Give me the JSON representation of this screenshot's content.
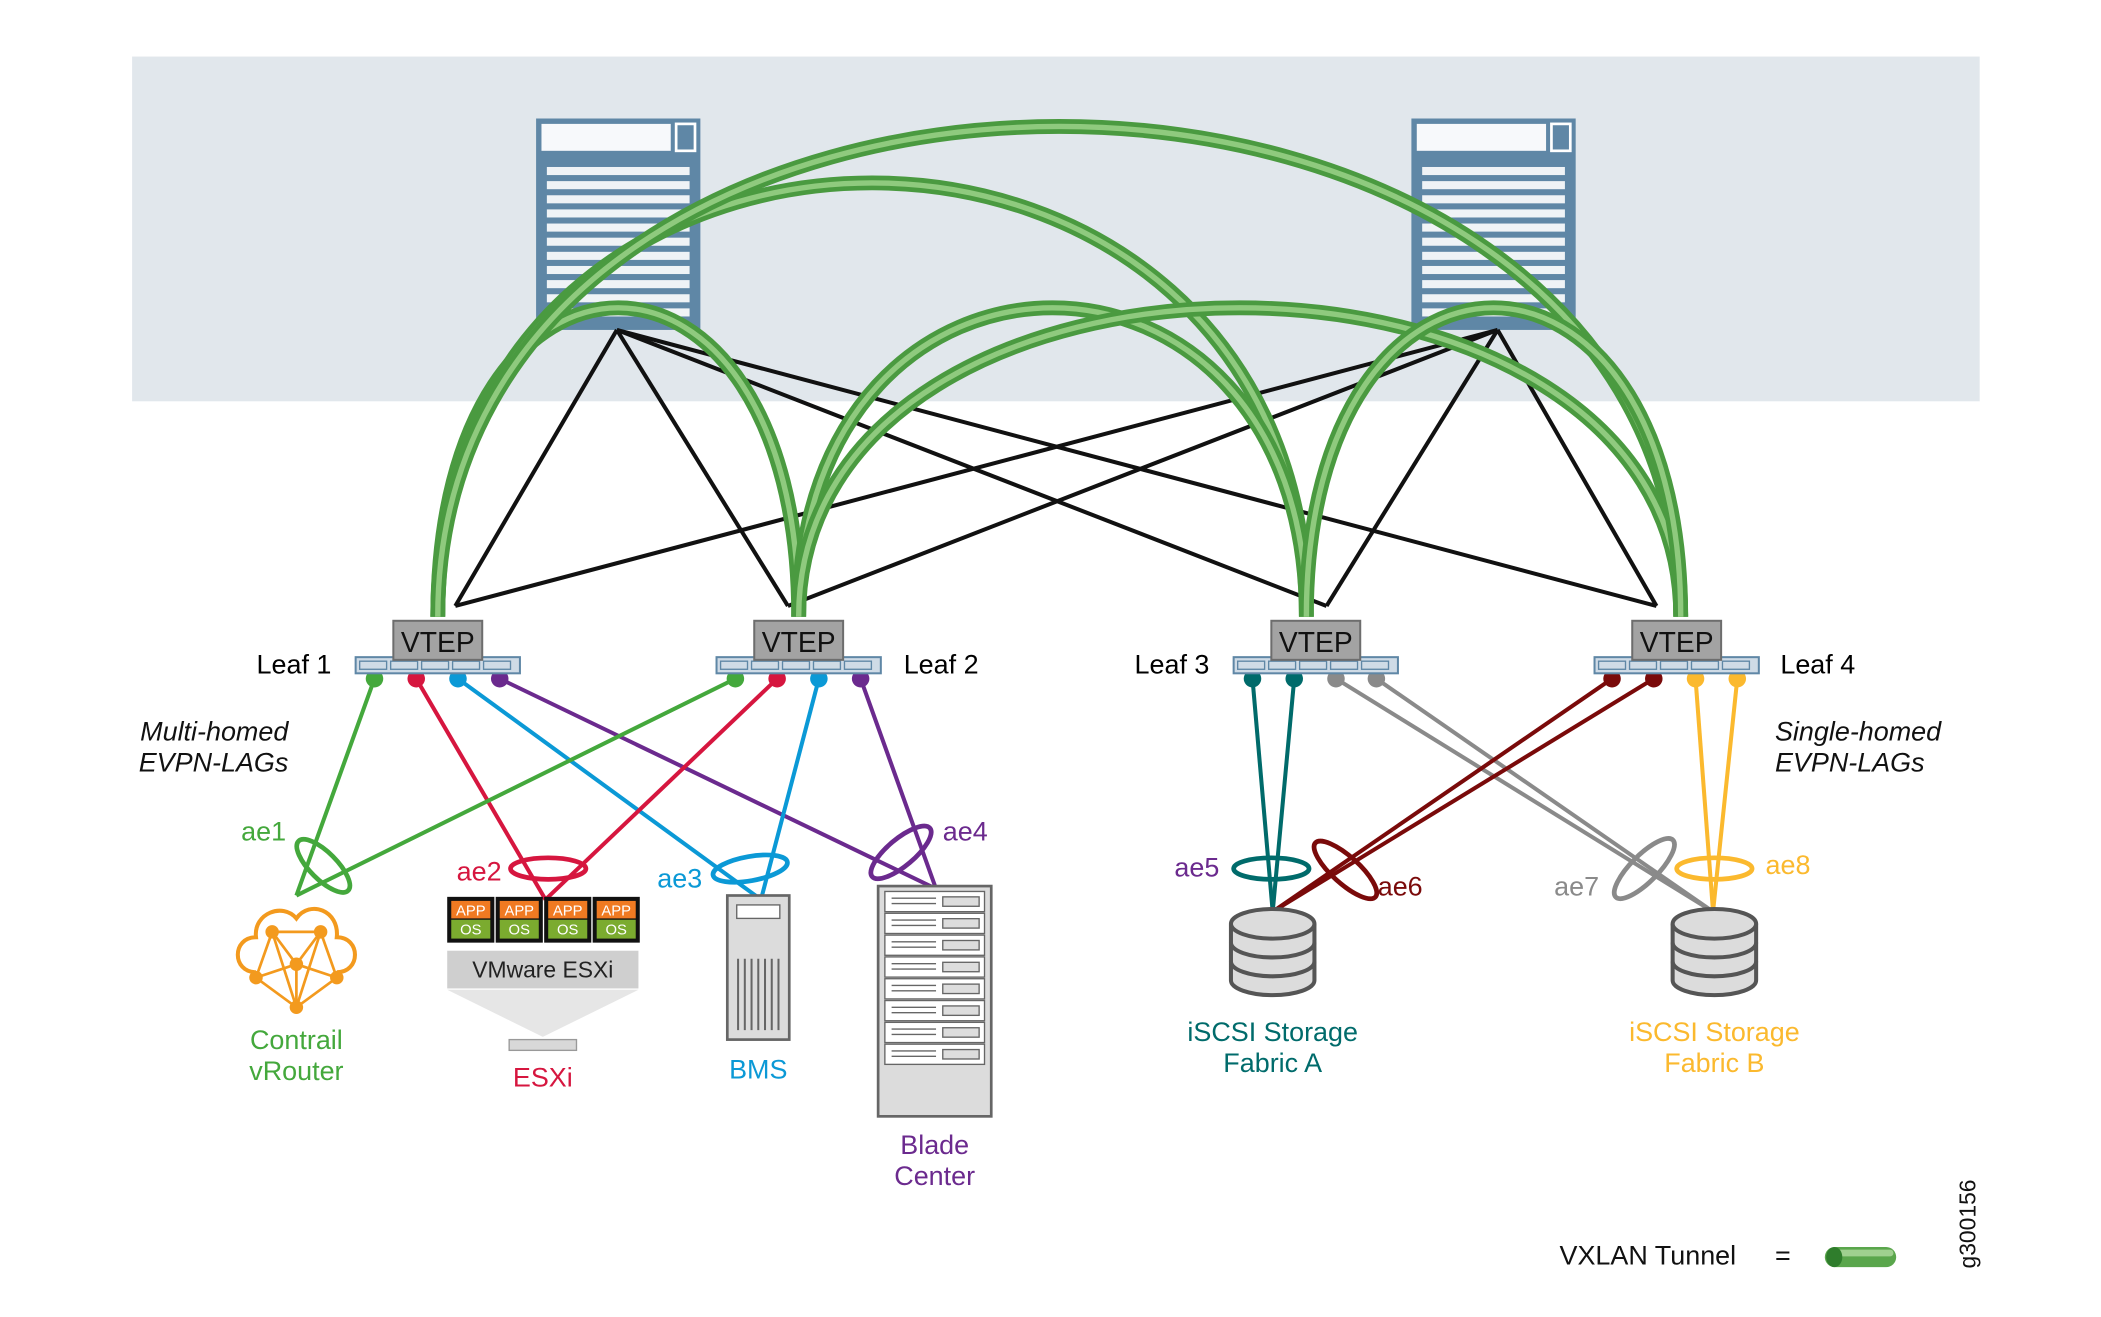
{
  "colors": {
    "band": "#e1e7ec",
    "spine": "#5f87a6",
    "tunnel": "#5aa64c",
    "green": "#44a83c",
    "red": "#d6163f",
    "blue": "#0b99d6",
    "purple": "#6b2a8e",
    "teal": "#006b6b",
    "gray": "#8a8a8a",
    "darkred": "#7a0a0a",
    "yellow": "#fbb92e",
    "orange": "#f39a1e"
  },
  "leaves": [
    {
      "name": "Leaf 1",
      "vtep": "VTEP"
    },
    {
      "name": "Leaf 2",
      "vtep": "VTEP"
    },
    {
      "name": "Leaf 3",
      "vtep": "VTEP"
    },
    {
      "name": "Leaf 4",
      "vtep": "VTEP"
    }
  ],
  "notes": {
    "multi": [
      "Multi-homed",
      "EVPN-LAGs"
    ],
    "single": [
      "Single-homed",
      "EVPN-LAGs"
    ]
  },
  "lags": [
    "ae1",
    "ae2",
    "ae3",
    "ae4",
    "ae5",
    "ae6",
    "ae7",
    "ae8"
  ],
  "devices": {
    "contrail": [
      "Contrail",
      "vRouter"
    ],
    "esxi": {
      "app": "APP",
      "os": "OS",
      "hypervisor": "VMware ESXi",
      "label": "ESXi"
    },
    "bms": "BMS",
    "blade": [
      "Blade",
      "Center"
    ],
    "storage_a": [
      "iSCSI Storage",
      "Fabric A"
    ],
    "storage_b": [
      "iSCSI Storage",
      "Fabric B"
    ]
  },
  "legend": {
    "label": "VXLAN Tunnel",
    "equals": "="
  },
  "figure_id": "g300156"
}
